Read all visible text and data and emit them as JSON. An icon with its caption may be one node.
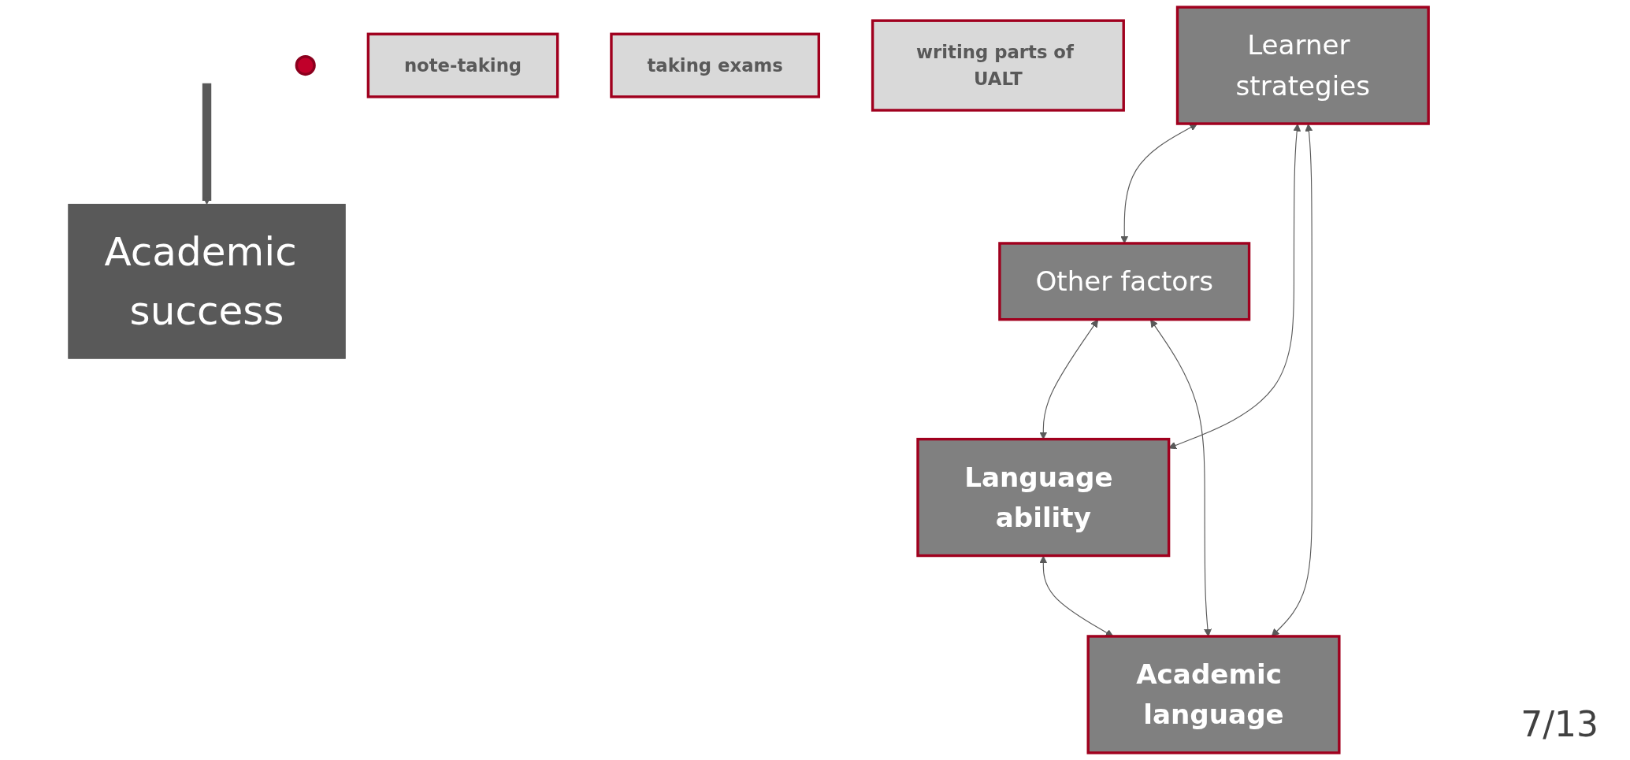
{
  "diagram": {
    "nodes": [
      {
        "text": [
          "Learner strategies"
        ]
      },
      {
        "text": [
          "Other factors"
        ]
      },
      {
        "text": [],
        "shape": "ellipse"
      },
      {
        "text": [
          "note-taking"
        ]
      },
      {
        "text": [
          "Language ability"
        ]
      },
      {
        "text": [
          "Academic language"
        ]
      },
      {
        "text": [
          "taking exams"
        ]
      },
      {
        "text": [
          "writing parts of UALT"
        ]
      },
      {
        "text": [
          "Academic success"
        ]
      }
    ],
    "edges": [
      {
        "from": 0,
        "to": 1,
        "arrow": "both"
      },
      {
        "from": 0,
        "to": 4,
        "arrow": "both"
      },
      {
        "from": 0,
        "to": 5,
        "arrow": "both"
      },
      {
        "from": 1,
        "to": 4,
        "arrow": "both"
      },
      {
        "from": 1,
        "to": 5,
        "arrow": "both"
      },
      {
        "from": 4,
        "to": 5,
        "arrow": "both"
      },
      {
        "from": null,
        "to": 8,
        "arrow": "to",
        "style": "thick"
      }
    ],
    "labels": [
      "7/13"
    ]
  }
}
